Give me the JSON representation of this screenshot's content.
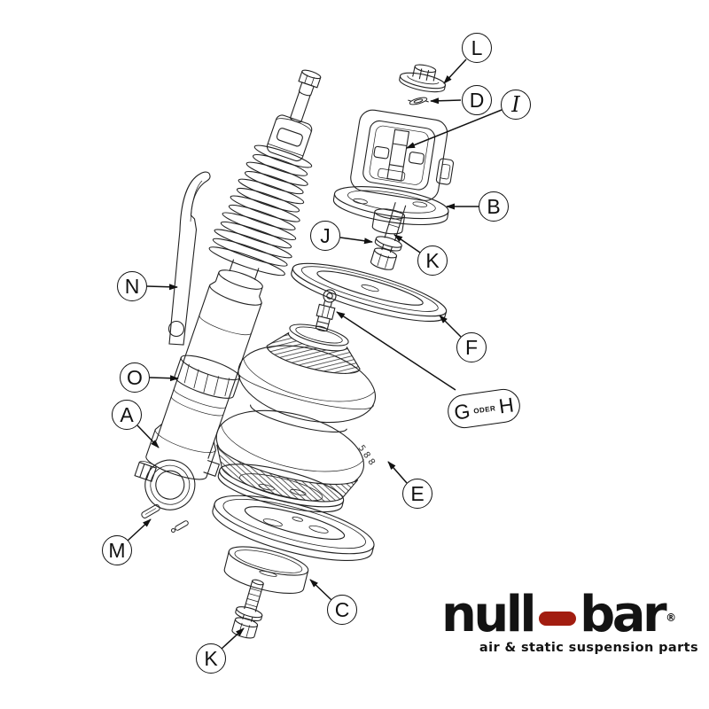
{
  "diagram": {
    "description": "exploded view of an air suspension strut assembly",
    "callouts": {
      "l": "L",
      "d": "D",
      "i": "I",
      "b": "B",
      "j": "J",
      "k_upper": "K",
      "n": "N",
      "f": "F",
      "o": "O",
      "a": "A",
      "e": "E",
      "m": "M",
      "c": "C",
      "k_lower": "K"
    },
    "pill": {
      "left": "G",
      "middle": "ODER",
      "right": "H"
    },
    "part_marking": "588"
  },
  "logo": {
    "word_left": "null",
    "word_right": "bar",
    "registered": "®",
    "tagline": "air & static suspension parts",
    "accent_color": "#a21d10",
    "text_color": "#131313"
  },
  "colors": {
    "line": "#222222",
    "background": "#ffffff"
  }
}
